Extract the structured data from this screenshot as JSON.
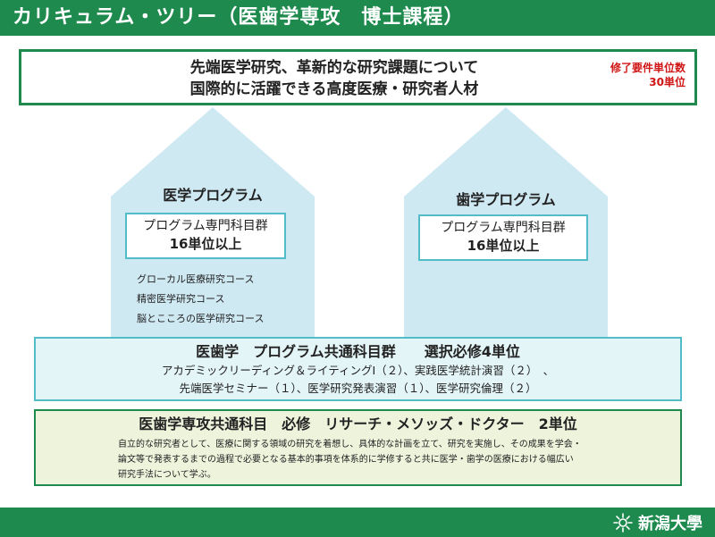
{
  "header": {
    "title": "カリキュラム・ツリー（医歯学専攻　博士課程）"
  },
  "goal": {
    "line1": "先端医学研究、革新的な研究課題について",
    "line2": "国際的に活躍できる高度医療・研究者人材"
  },
  "completion": {
    "label": "修了要件単位数",
    "value": "30単位"
  },
  "programs": [
    {
      "title": "医学プログラム",
      "box_label": "プログラム専門科目群",
      "box_credit": "16単位以上",
      "courses": [
        "グローカル医療研究コース",
        "精密医学研究コース",
        "脳とこころの医学研究コース"
      ]
    },
    {
      "title": "歯学プログラム",
      "box_label": "プログラム専門科目群",
      "box_credit": "16単位以上"
    }
  ],
  "common": {
    "title": "医歯学　プログラム共通科目群　　選択必修4単位",
    "line1": "アカデミックリーディング＆ライティングⅠ（２）、実践医学統計演習（２）　、",
    "line2": "先端医学セミナー（１）、医学研究発表演習（１）、医学研究倫理（２）"
  },
  "core": {
    "title": "医歯学専攻共通科目　必修　リサーチ・メソッズ・ドクター　2単位",
    "desc1": "自立的な研究者として、医療に関する領域の研究を着想し、具体的な計画を立て、研究を実施し、その成果を学会・",
    "desc2": "論文等で発表するまでの過程で必要となる基本的事項を体系的に学修すると共に医学・歯学の医療における幅広い",
    "desc3": "研究手法について学ぶ。"
  },
  "footer": {
    "university": "新潟大學"
  },
  "colors": {
    "brand_green": "#1e8a4e",
    "arrow_blue": "#cfe9f3",
    "box_border": "#53bcc9",
    "accent_red": "#d01515"
  }
}
